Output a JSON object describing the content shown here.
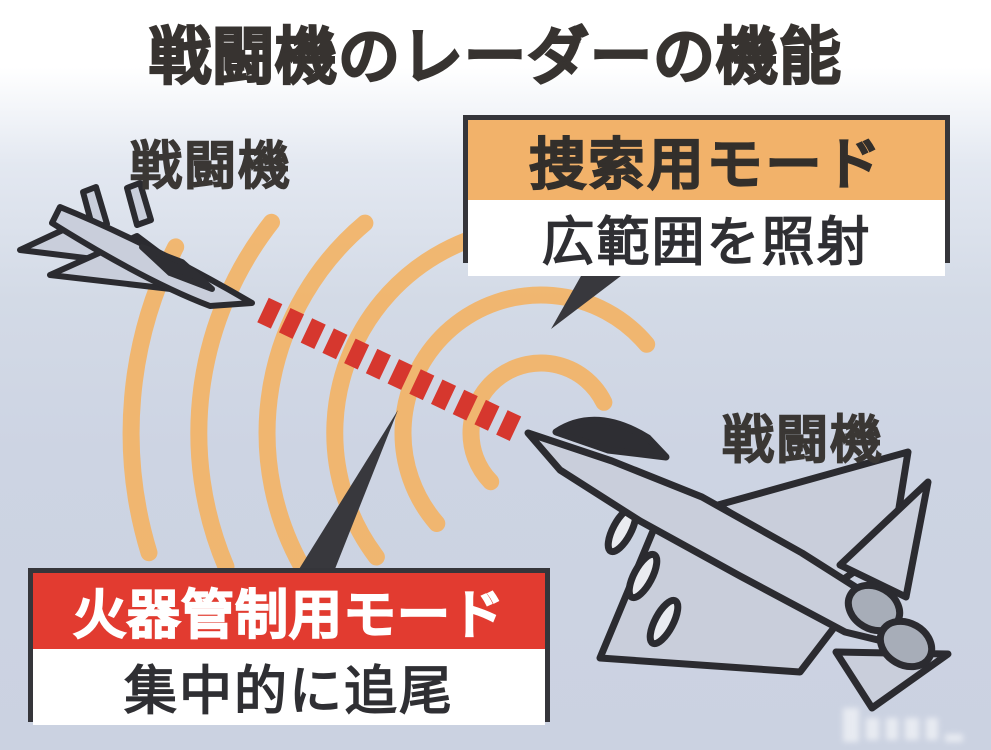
{
  "title": "戦闘機のレーダーの機能",
  "left_fighter": {
    "label": "戦闘機"
  },
  "right_fighter": {
    "label": "戦闘機"
  },
  "search_mode": {
    "title": "捜索用モード",
    "description": "広範囲を照射"
  },
  "fire_control_mode": {
    "title": "火器管制用モード",
    "description": "集中的に追尾"
  },
  "colors": {
    "background_top": "#ffffff",
    "background_bottom": "#cbd2e1",
    "title_text": "#373330",
    "search_header_bg": "#f2b26a",
    "fire_header_bg": "#e23b30",
    "radar_arc": "#f3b467",
    "radar_beam": "#d6372e",
    "leader_wedge": "#38383d",
    "jet_fill": "#c9cedb",
    "jet_outline": "#2b2b30",
    "canopy_fill": "#2e2e33"
  }
}
